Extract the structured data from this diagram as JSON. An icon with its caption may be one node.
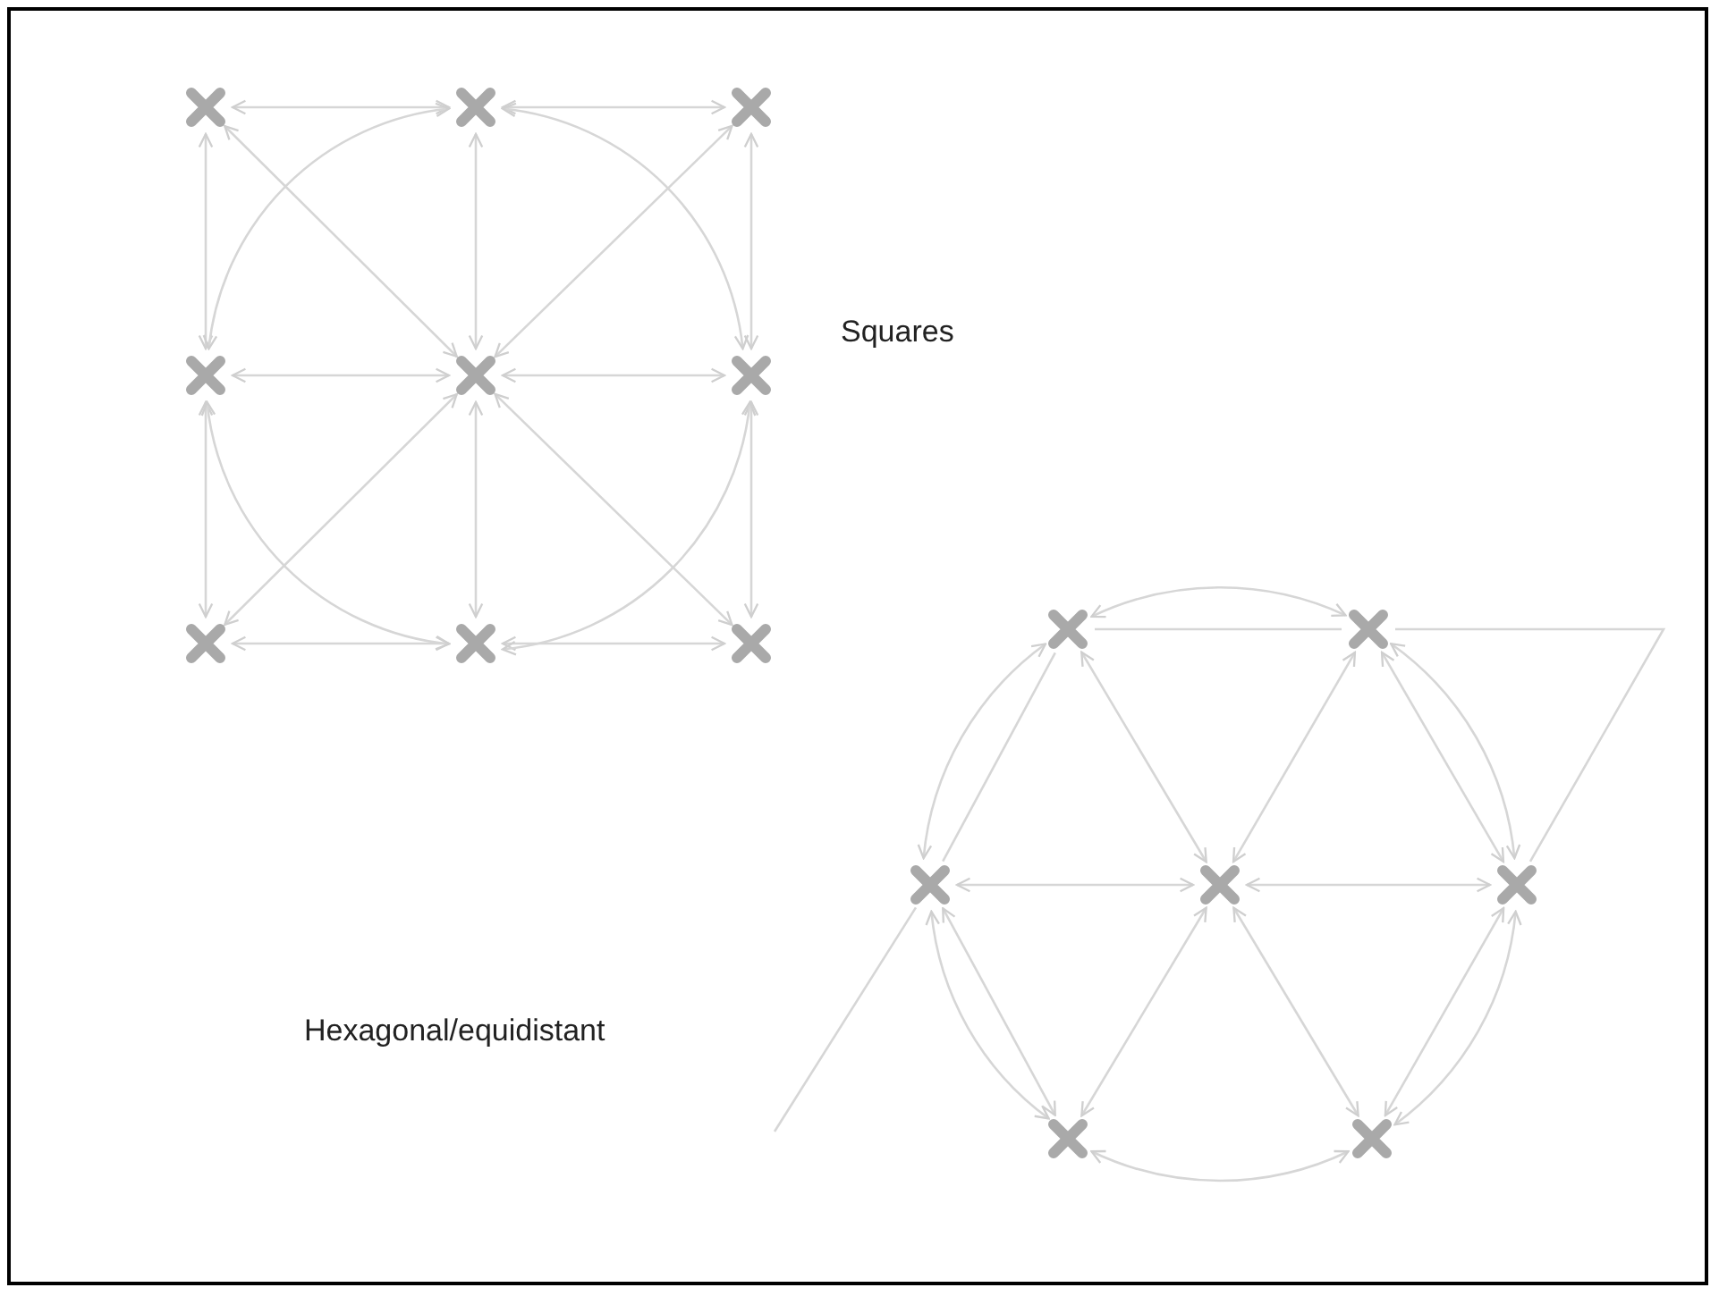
{
  "diagram": {
    "nodes": [
      {
        "text": [],
        "shape": "cross"
      },
      {
        "text": [],
        "shape": "cross"
      },
      {
        "text": [],
        "shape": "cross"
      },
      {
        "text": [],
        "shape": "cross"
      },
      {
        "text": [],
        "shape": "cross"
      },
      {
        "text": [],
        "shape": "cross"
      },
      {
        "text": [],
        "shape": "cross"
      },
      {
        "text": [],
        "shape": "cross"
      },
      {
        "text": [],
        "shape": "cross"
      },
      {
        "text": [],
        "shape": "cross"
      },
      {
        "text": [],
        "shape": "cross"
      },
      {
        "text": [],
        "shape": "cross"
      },
      {
        "text": [],
        "shape": "cross"
      },
      {
        "text": [],
        "shape": "cross"
      },
      {
        "text": [],
        "shape": "cross"
      },
      {
        "text": [],
        "shape": "cross"
      }
    ],
    "edges": [
      {
        "from": 0,
        "to": 1,
        "arrow": "both"
      },
      {
        "from": 1,
        "to": 2,
        "arrow": "both"
      },
      {
        "from": 3,
        "to": 4,
        "arrow": "both"
      },
      {
        "from": 4,
        "to": 5,
        "arrow": "both"
      },
      {
        "from": 6,
        "to": 7,
        "arrow": "both"
      },
      {
        "from": 7,
        "to": 8,
        "arrow": "both"
      },
      {
        "from": 0,
        "to": 3,
        "arrow": "both"
      },
      {
        "from": 3,
        "to": 6,
        "arrow": "both"
      },
      {
        "from": 1,
        "to": 4,
        "arrow": "both"
      },
      {
        "from": 4,
        "to": 7,
        "arrow": "both"
      },
      {
        "from": 2,
        "to": 5,
        "arrow": "both"
      },
      {
        "from": 5,
        "to": 8,
        "arrow": "both"
      },
      {
        "from": 4,
        "to": 0,
        "arrow": "both"
      },
      {
        "from": 4,
        "to": 2,
        "arrow": "both"
      },
      {
        "from": 4,
        "to": 6,
        "arrow": "both"
      },
      {
        "from": 4,
        "to": 8,
        "arrow": "both"
      },
      {
        "from": 1,
        "to": 3,
        "arrow": "both"
      },
      {
        "from": 1,
        "to": 5,
        "arrow": "both"
      },
      {
        "from": 3,
        "to": 7,
        "arrow": "both"
      },
      {
        "from": 5,
        "to": 7,
        "arrow": "both"
      },
      {
        "from": 9,
        "to": 12,
        "arrow": "both"
      },
      {
        "from": 10,
        "to": 12,
        "arrow": "both"
      },
      {
        "from": 11,
        "to": 12,
        "arrow": "both"
      },
      {
        "from": 12,
        "to": 13,
        "arrow": "both"
      },
      {
        "from": 12,
        "to": 14,
        "arrow": "both"
      },
      {
        "from": 12,
        "to": 15,
        "arrow": "both"
      },
      {
        "from": 9,
        "to": 11,
        "arrow": "none"
      },
      {
        "from": 10,
        "to": 13,
        "arrow": "both"
      },
      {
        "from": 11,
        "to": 14,
        "arrow": "both"
      },
      {
        "from": 13,
        "to": 15,
        "arrow": "both"
      },
      {
        "from": 9,
        "to": 10,
        "arrow": "none"
      },
      {
        "from": 9,
        "to": 10,
        "arrow": "both"
      },
      {
        "from": 9,
        "to": 11,
        "arrow": "both"
      },
      {
        "from": 10,
        "to": 13,
        "arrow": "both"
      },
      {
        "from": 11,
        "to": 14,
        "arrow": "both"
      },
      {
        "from": 13,
        "to": 15,
        "arrow": "both"
      },
      {
        "from": 14,
        "to": 15,
        "arrow": "both"
      },
      {
        "from": 10,
        "to": 13,
        "arrow": "none"
      },
      {
        "from": 11,
        "to": null,
        "arrow": "none"
      }
    ],
    "labels": [
      "Squares",
      "Hexagonal/equidistant"
    ]
  }
}
